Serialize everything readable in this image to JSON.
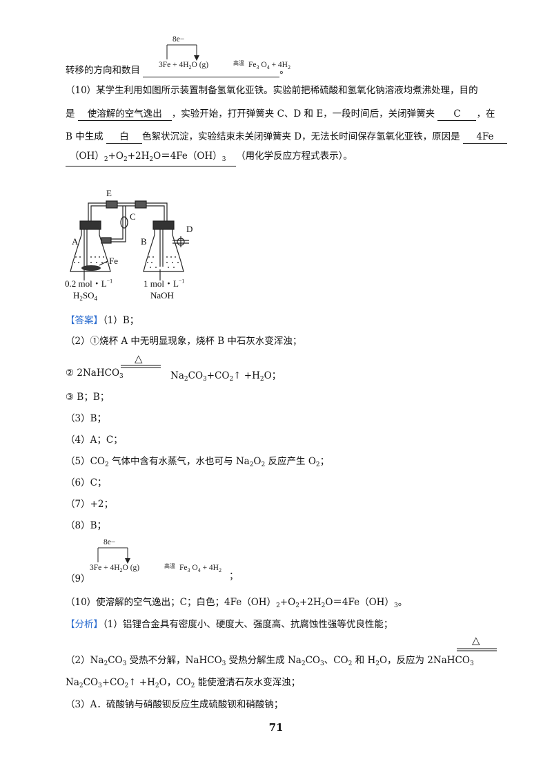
{
  "q9_prompt_tail": {
    "text": "转移的方向和数目",
    "end": "。"
  },
  "eq9": {
    "electrons": "8e−",
    "left": "3Fe + 4H",
    "left_sub": "2",
    "left_tail": "O (g)",
    "condition": "高温",
    "right": "Fe",
    "right_sub1": "3",
    "right_mid": " O",
    "right_sub2": "4",
    "right_tail": " + 4H",
    "right_sub3": "2"
  },
  "q10": {
    "l1": "（10）某学生利用如图所示装置制备氢氧化亚铁。实验前把稀硫酸和氢氧化钠溶液均煮沸处理，目的",
    "l2_a": "是",
    "blank1": "使溶解的空气逸出",
    "l2_b": "，实验开始，打开弹簧夹 C、D 和 E，一段时间后，关闭弹簧夹",
    "blank2": "C",
    "l2_c": "，在",
    "l3_a": "B 中生成",
    "blank3": "白",
    "l3_b": "色絮状沉淀，实验结束未关闭弹簧夹 D，无法长时间保存氢氧化亚铁，原因是",
    "blank4_a": "4Fe",
    "blank4_b1": "（OH）",
    "blank4_s1": "2",
    "blank4_b2": "+O",
    "blank4_s2": "2",
    "blank4_b3": "+2H",
    "blank4_s3": "2",
    "blank4_b4": "O＝4Fe（OH）",
    "blank4_s4": "3",
    "l4_tail": "（用化学反应方程式表示）。"
  },
  "figure": {
    "label_E": "E",
    "label_C": "C",
    "label_D": "D",
    "label_A": "A",
    "label_B": "B",
    "label_Fe": "Fe",
    "conc_A": "0.2 mol・L",
    "conc_A_sup": "−1",
    "sol_A": "H",
    "sol_A_sub1": "2",
    "sol_A_mid": "SO",
    "sol_A_sub2": "4",
    "conc_B": "1 mol・L",
    "conc_B_sup": "−1",
    "sol_B": "NaOH"
  },
  "answer": {
    "tag": "【答案】",
    "a1": "（1）B；",
    "a2_1": "（2）①烧杯 A 中无明显现象，烧杯 B 中石灰水变浑浊；",
    "a2_2_left": "② 2NaHCO",
    "a2_2_left_sub": "3",
    "a2_2_cond": "△",
    "a2_2_right": "Na",
    "a2_2_r_s1": "2",
    "a2_2_r_b": "CO",
    "a2_2_r_s2": "3",
    "a2_2_r_c": "+CO",
    "a2_2_r_s3": "2",
    "a2_2_r_d": "↑ +H",
    "a2_2_r_s4": "2",
    "a2_2_r_e": "O；",
    "a2_3": "③ B；B；",
    "a3": "（3）B；",
    "a4": "（4）A；C；",
    "a5_a": "（5）CO",
    "a5_s1": "2",
    "a5_b": " 气体中含有水蒸气，水也可与 Na",
    "a5_s2": "2",
    "a5_c": "O",
    "a5_s3": "2",
    "a5_d": " 反应产生 O",
    "a5_s4": "2",
    "a5_e": "；",
    "a6": "（6）C；",
    "a7": "（7）+2；",
    "a8": "（8）B；",
    "a9_prefix": "（9）",
    "a9_suffix": "；",
    "a10_a": "（10）使溶解的空气逸出；C；白色；4Fe（OH）",
    "a10_s1": "2",
    "a10_b": "+O",
    "a10_s2": "2",
    "a10_c": "+2H",
    "a10_s3": "2",
    "a10_d": "O＝4Fe（OH）",
    "a10_s4": "3",
    "a10_e": "。"
  },
  "analysis": {
    "tag": "【分析】",
    "p1": "（1）铝锂合金具有密度小、硬度大、强度高、抗腐蚀性强等优良性能；",
    "p2_a": "（2）Na",
    "p2_s1": "2",
    "p2_b": "CO",
    "p2_s2": "3",
    "p2_c": " 受热不分解，NaHCO",
    "p2_s3": "3",
    "p2_d": " 受热分解生成 Na",
    "p2_s4": "2",
    "p2_e": "CO",
    "p2_s5": "3",
    "p2_f": "、CO",
    "p2_s6": "2",
    "p2_g": " 和 H",
    "p2_s7": "2",
    "p2_h": "O，反应为 2NaHCO",
    "p2_s8": "3",
    "p2_cond": "△",
    "p3_a": "Na",
    "p3_s1": "2",
    "p3_b": "CO",
    "p3_s2": "3",
    "p3_c": "+CO",
    "p3_s3": "2",
    "p3_d": "↑ +H",
    "p3_s4": "2",
    "p3_e": "O，CO",
    "p3_s5": "2",
    "p3_f": " 能使澄清石灰水变浑浊；",
    "p4": "（3）A．硫酸钠与硝酸钡反应生成硫酸钡和硝酸钠；"
  },
  "page_number": "71"
}
